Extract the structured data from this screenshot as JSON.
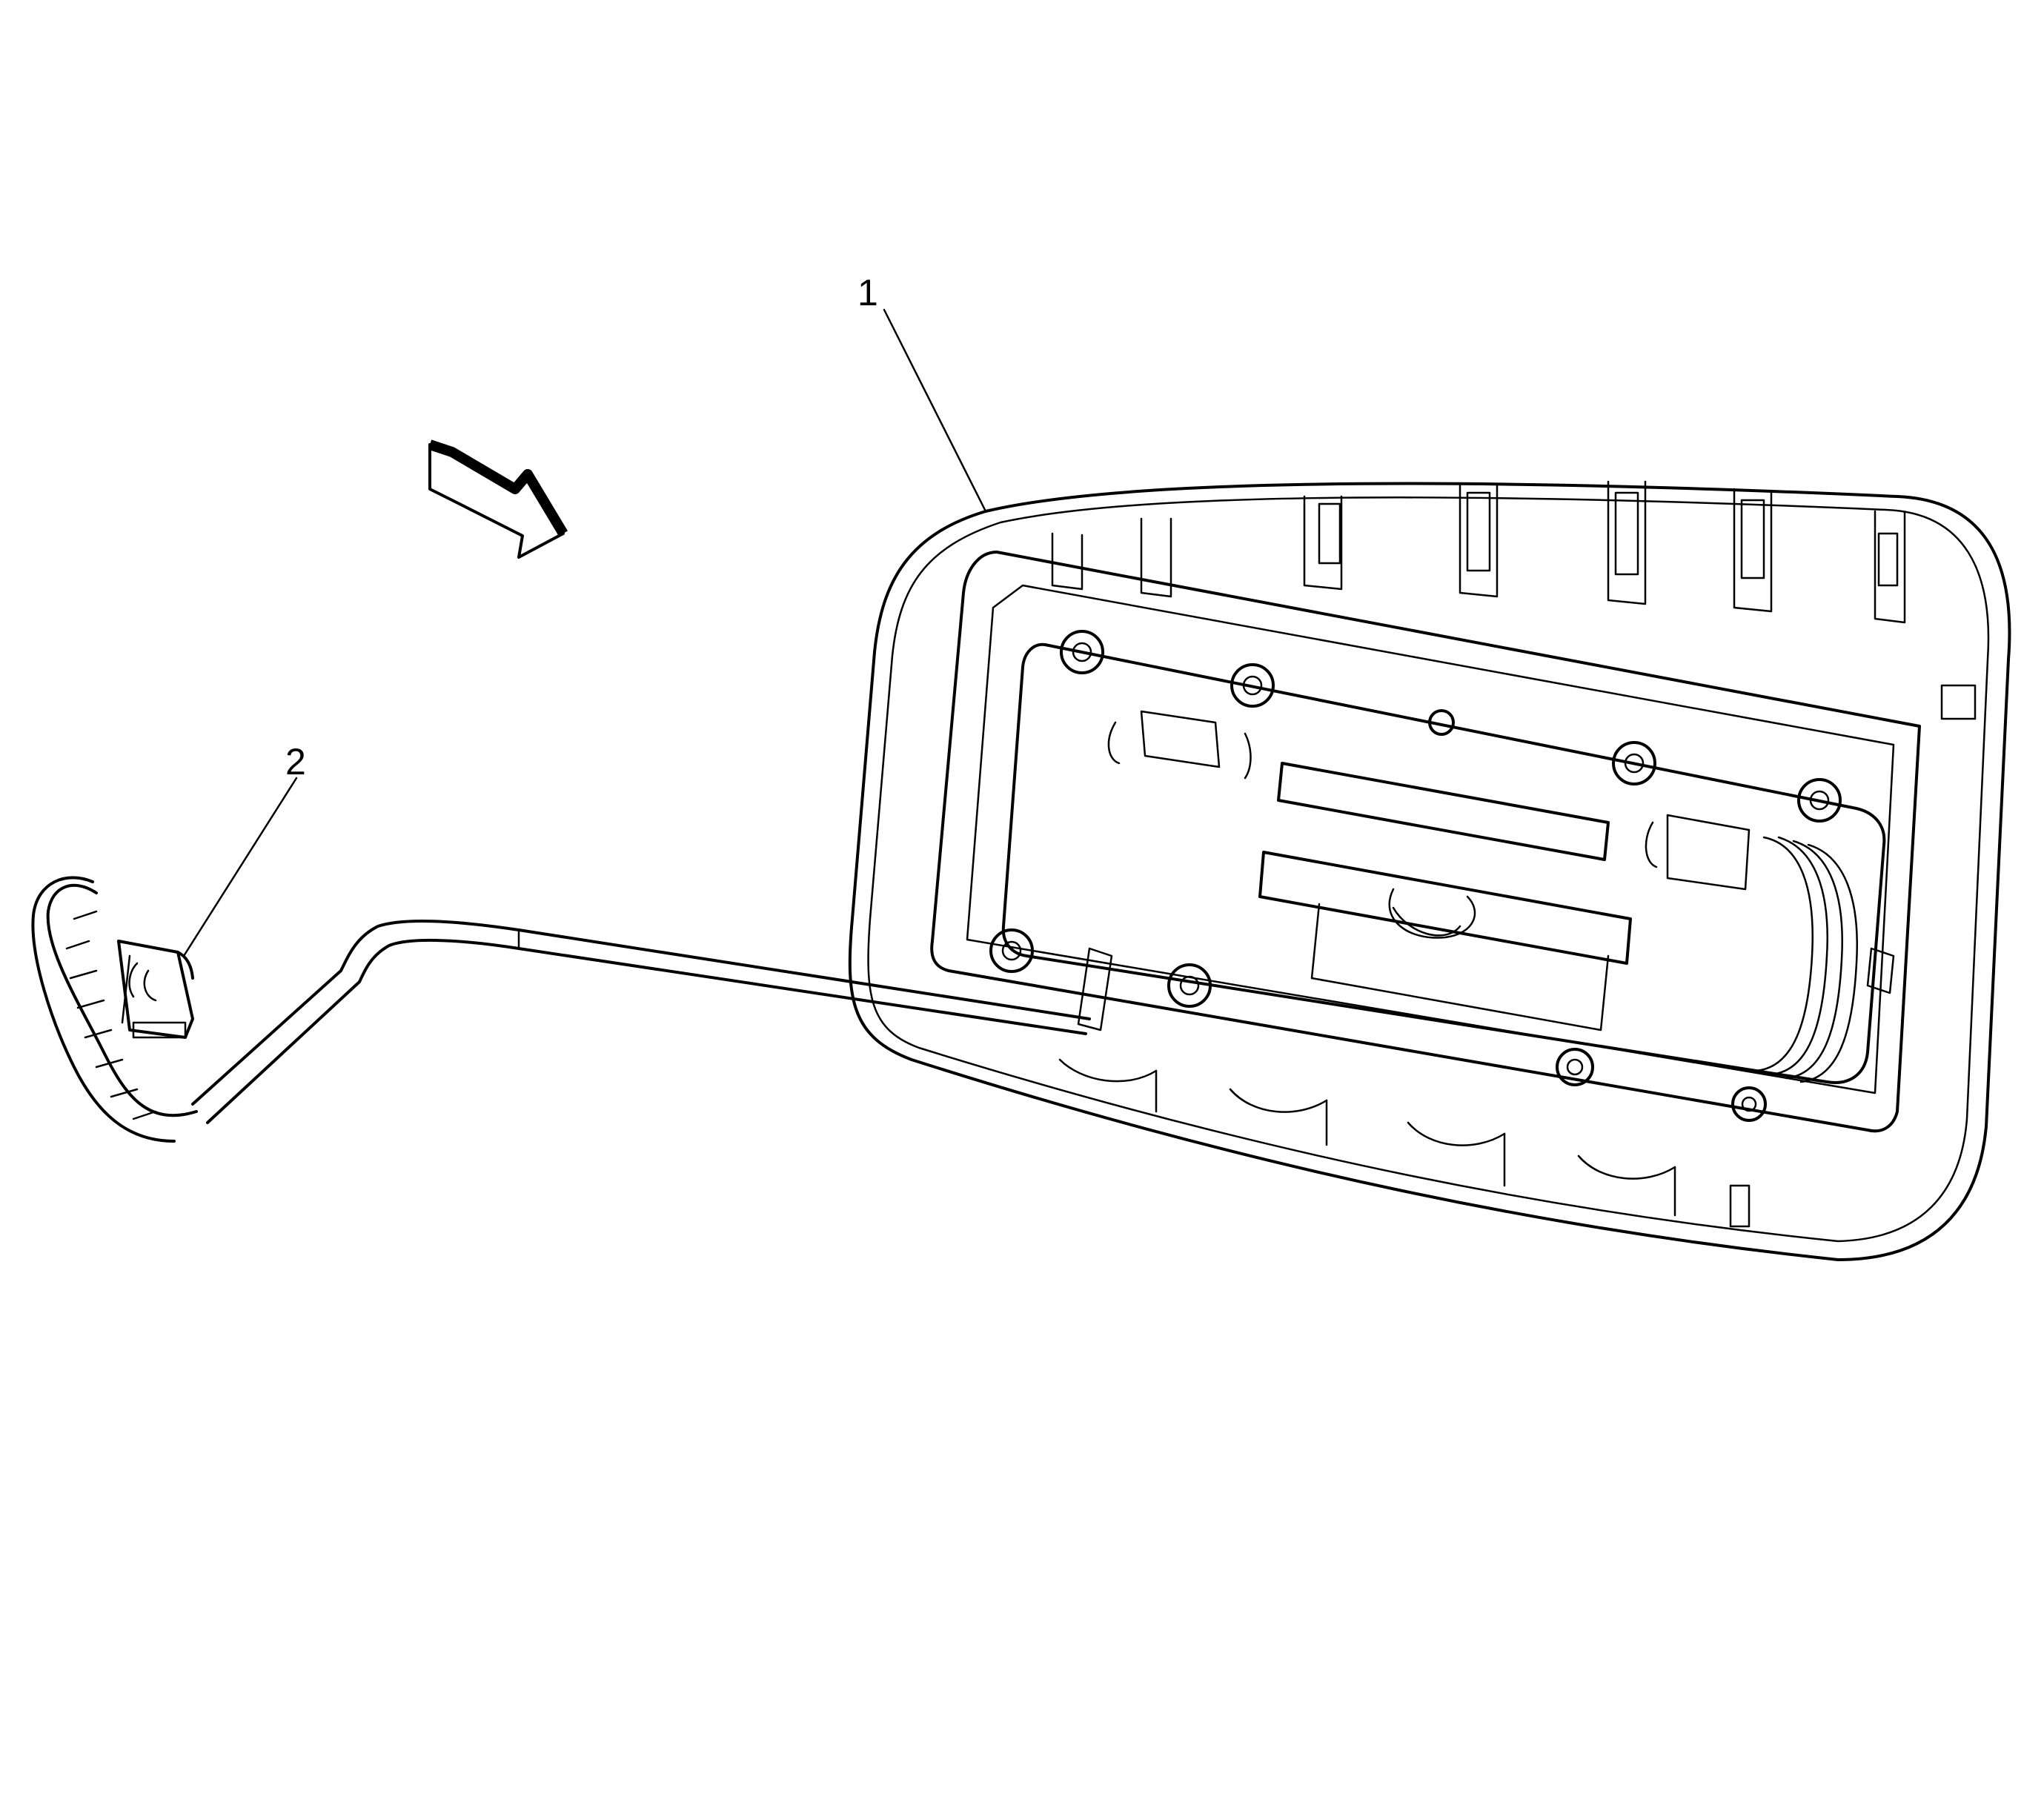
{
  "diagram": {
    "callouts": [
      {
        "id": "1",
        "label": "1"
      },
      {
        "id": "2",
        "label": "2"
      }
    ],
    "colors": {
      "line": "#000000",
      "background": "#ffffff"
    },
    "icons": [
      "direction-arrow-icon"
    ]
  }
}
